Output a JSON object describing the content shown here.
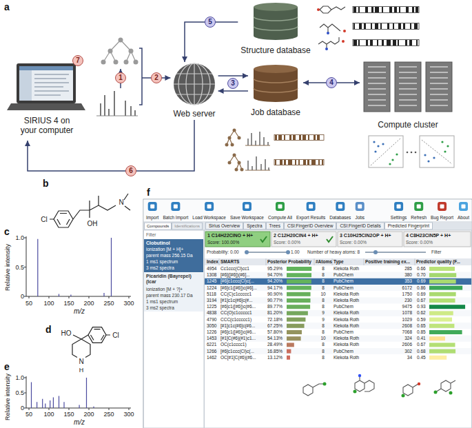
{
  "diagram": {
    "nodes": [
      {
        "text": [
          "Structure database"
        ]
      },
      {
        "text": [
          "SIRIUS 4 on your computer"
        ]
      },
      {
        "text": [
          "Web server"
        ]
      },
      {
        "text": [
          "Job database"
        ]
      },
      {
        "text": [
          "Compute cluster"
        ]
      }
    ],
    "edges": [
      {
        "from": 1,
        "to": 2,
        "arrow": "to"
      },
      {
        "from": 2,
        "to": 3,
        "arrow": "to"
      },
      {
        "from": 3,
        "to": 2,
        "arrow": "to"
      },
      {
        "from": 3,
        "to": 4,
        "arrow": "both"
      },
      {
        "from": 0,
        "to": 2,
        "arrow": "to"
      },
      {
        "from": 2,
        "to": 1,
        "arrow": "to"
      }
    ],
    "labels": [
      "a",
      "b",
      "c",
      "d",
      "e",
      "f",
      "1",
      "2",
      "3",
      "4",
      "5",
      "6",
      "7",
      "Cl",
      "OH",
      "N",
      "Relative intensity",
      "0",
      "0.5",
      "1.0",
      "50",
      "100",
      "150",
      "200",
      "250",
      "300",
      "m/z",
      "HO",
      "Cl",
      "N",
      "H",
      "Relative intensity",
      "0",
      "0.5",
      "1.0",
      "50",
      "100",
      "150",
      "200",
      "250",
      "300",
      "m/z",
      "Import",
      "Batch Import",
      "Load Workspace",
      "Save Workspace",
      "Compute All",
      "Export Results",
      "Databases",
      "Jobs",
      "Settings",
      "Refresh",
      "Bug Report",
      "About",
      "Compounds",
      "Identifications",
      "Sirius Overview",
      "Spectra",
      "Trees",
      "CSI:FingerID Overview",
      "CSI:FingerID Details",
      "Predicted Fingerprint",
      "Filter",
      "Clobutinol",
      "ionization [M + H]+",
      "parent mass 256.15 Da",
      "1 ms1 spectrum",
      "3 ms2 spectra",
      "Picaridin (Bayrepel) (Icar",
      "ionization [M + ?]+",
      "parent mass 230.17 Da",
      "1 ms1 spectrum",
      "3 ms2 spectra",
      "1 C14H22ClNO + H+",
      "Score: 100.00%",
      "2 C12H20ClN4 + H+",
      "Score: 0.00%",
      "3 C10H25ClN2OP + H+",
      "Score: 0.00%",
      "4 C8H23ClN5P + H+",
      "Score: 0.00%",
      "Probability: 0.00",
      "1.00",
      "Number of heavy atoms: 8",
      "Filter",
      "Index",
      "SMARTS",
      "Posterior Probability",
      "#Atoms",
      "Type",
      "Positive training ex...",
      "Predictor quality (F...",
      "4954",
      "Cc1ccc(Cl)cc1",
      "95.29%",
      "8",
      "Klekota Roth",
      "285",
      "0.66",
      "1308",
      "[#6]([#6])(#6]...",
      "94.70%",
      "8",
      "PubChem",
      "380",
      "0.70",
      "1245",
      "[#6]c1ccc(Cl)c(...",
      "94.20%",
      "8",
      "PubChem",
      "353",
      "0.69",
      "1224",
      "[#6]c1([#6])c(#6]...",
      "94.17%",
      "8",
      "PubChem",
      "6172",
      "0.86",
      "5118",
      "CC(C)c1ccccc1",
      "90.90%",
      "10",
      "Klekota Roth",
      "1750",
      "0.69",
      "3194",
      "[#1]c1c(#6]c(#...",
      "90.77%",
      "8",
      "Klekota Roth",
      "230",
      "0.67",
      "1225",
      "[#6]c1([#6])c(#6...",
      "89.77%",
      "8",
      "PubChem",
      "9475",
      "0.93",
      "4838",
      "CC(O)c1ccccc1",
      "81.20%",
      "9",
      "Klekota Roth",
      "1078",
      "0.62",
      "4790",
      "CCC(c1ccccc1)",
      "72.18%",
      "9",
      "Klekota Roth",
      "1029",
      "0.59",
      "3050",
      "[#1]c1c(#6]c(#6...",
      "67.25%",
      "8",
      "Klekota Roth",
      "2608",
      "0.65",
      "1226",
      "[#6]c1([#6])c(#6...",
      "57.80%",
      "8",
      "PubChem",
      "7068",
      "0.85",
      "1453",
      "[#1]C(#6)(#1)c1...",
      "54.13%",
      "10",
      "Klekota Roth",
      "324",
      "0.41",
      "6221",
      "OC(c1cccc1)",
      "28.49%",
      "8",
      "Klekota Roth",
      "2606",
      "0.67",
      "1266",
      "[#6]c1ccc(Cl)c(...",
      "16.85%",
      "8",
      "PubChem",
      "302",
      "0.68",
      "1462",
      "OC[#1]C(#6)(#6...",
      "13.12%",
      "8",
      "Klekota Roth",
      "34",
      "0.45"
    ]
  }
}
